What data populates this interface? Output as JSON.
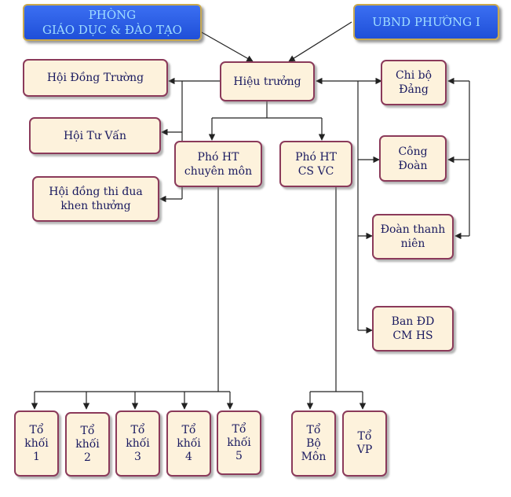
{
  "boxes": {
    "phong_gd": "PHÒNG\nGIÁO DỤC & ĐÀO TẠO",
    "ubnd": "UBND PHƯỜNG I",
    "hieu_truong": "Hiệu trưởng",
    "hoi_dong_truong": "Hội Đồng Trường",
    "hoi_tu_van": "Hội Tư Vấn",
    "hoi_dong_thi_dua": "Hội đồng thi đua\nkhen thưởng",
    "pho_ht_chuyen_mon": "Phó HT\nchuyên môn",
    "pho_ht_csvc": "Phó HT\nCS VC",
    "chi_bo_dang": "Chi bộ\nĐảng",
    "cong_doan": "Công\nĐoàn",
    "doan_thanh_nien": "Đoàn thanh\nniên",
    "ban_dd_cmhs": "Ban ĐD\nCM HS",
    "to_khoi_1": "Tổ\nkhối\n1",
    "to_khoi_2": "Tổ\nkhối\n2",
    "to_khoi_3": "Tổ\nkhối\n3",
    "to_khoi_4": "Tổ\nkhối\n4",
    "to_khoi_5": "Tổ\nkhối\n5",
    "to_bo_mon": "Tổ\nBộ\nMôn",
    "to_vp": "Tổ\nVP"
  },
  "colors": {
    "box_fill": "#fdf2dc",
    "box_border": "#8b3a5a",
    "header_fill": "#2a5ee6",
    "header_text": "#9fdcff",
    "line": "#222222"
  }
}
